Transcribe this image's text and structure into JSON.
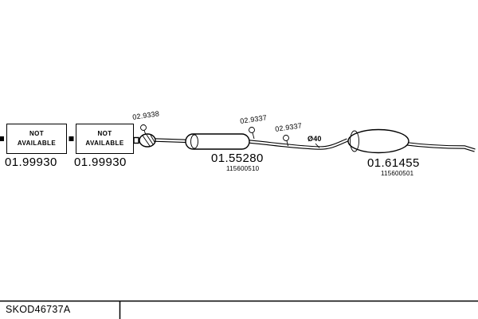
{
  "page": {
    "background": "#ffffff",
    "line_color": "#000000"
  },
  "boxes": [
    {
      "line1": "NOT",
      "line2": "AVAILABLE",
      "part_number": "01.99930"
    },
    {
      "line1": "NOT",
      "line2": "AVAILABLE",
      "part_number": "01.99930"
    }
  ],
  "labels": {
    "flex_clamp": "02.9338",
    "clamp_front": "02.9337",
    "clamp_rear": "02.9337",
    "diameter": "Ø40"
  },
  "parts": {
    "center_muffler": {
      "part_number": "01.55280",
      "sub_number": "115600510"
    },
    "rear_muffler": {
      "part_number": "01.61455",
      "sub_number": "115600501"
    }
  },
  "footer": {
    "code": "SKOD46737A"
  }
}
